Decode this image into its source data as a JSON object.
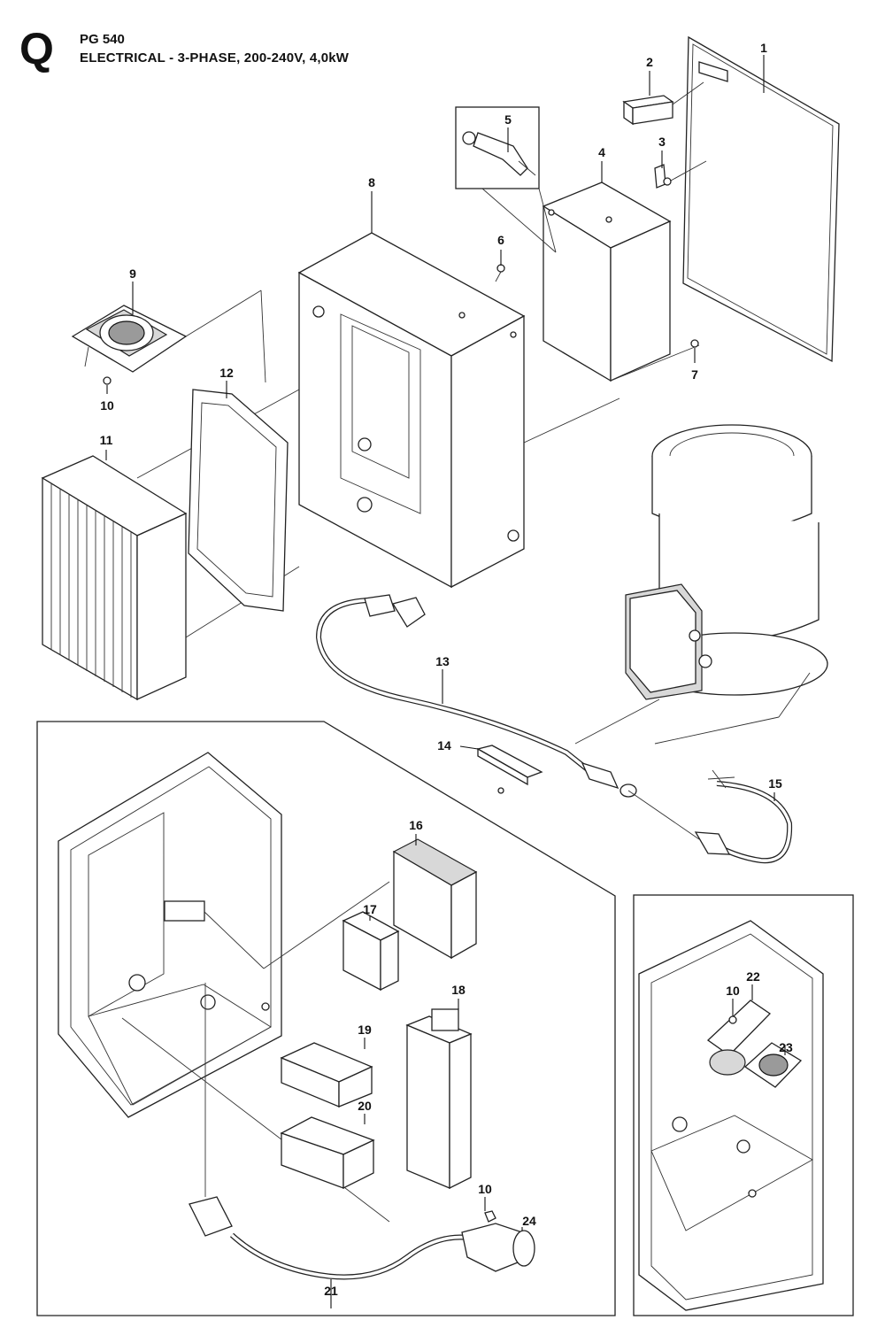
{
  "header": {
    "section_letter": "Q",
    "model": "PG 540",
    "title": "ELECTRICAL - 3-PHASE, 200-240V, 4,0kW"
  },
  "callouts": {
    "c1": "1",
    "c2": "2",
    "c3": "3",
    "c4": "4",
    "c5": "5",
    "c6": "6",
    "c7": "7",
    "c8": "8",
    "c9": "9",
    "c10a": "10",
    "c11": "11",
    "c12": "12",
    "c13": "13",
    "c14": "14",
    "c15": "15",
    "c16": "16",
    "c17": "17",
    "c18": "18",
    "c19": "19",
    "c20": "20",
    "c10b": "10",
    "c21": "21",
    "c24": "24",
    "c10c": "10",
    "c22": "22",
    "c23": "23"
  }
}
